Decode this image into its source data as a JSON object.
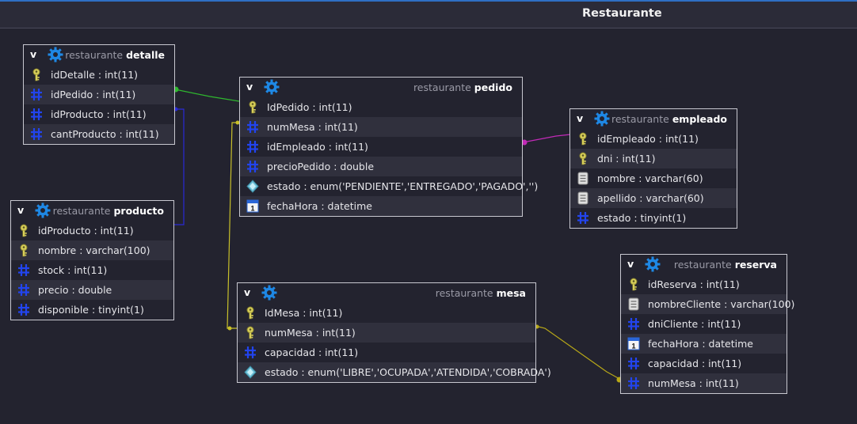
{
  "window": {
    "title": "Restaurante"
  },
  "tables": {
    "detalle": {
      "schema": "restaurante",
      "name": "detalle",
      "toggle": "v",
      "columns": [
        {
          "icon": "key-icon",
          "label": "idDetalle : int(11)"
        },
        {
          "icon": "hash-icon",
          "label": "idPedido : int(11)"
        },
        {
          "icon": "hash-icon",
          "label": "idProducto : int(11)"
        },
        {
          "icon": "hash-icon",
          "label": "cantProducto : int(11)"
        }
      ]
    },
    "producto": {
      "schema": "restaurante",
      "name": "producto",
      "toggle": "v",
      "columns": [
        {
          "icon": "key-icon",
          "label": "idProducto : int(11)"
        },
        {
          "icon": "key-icon",
          "label": "nombre : varchar(100)"
        },
        {
          "icon": "hash-icon",
          "label": "stock : int(11)"
        },
        {
          "icon": "hash-icon",
          "label": "precio : double"
        },
        {
          "icon": "hash-icon",
          "label": "disponible : tinyint(1)"
        }
      ]
    },
    "pedido": {
      "schema": "restaurante",
      "name": "pedido",
      "toggle": "v",
      "columns": [
        {
          "icon": "key-icon",
          "label": "IdPedido : int(11)"
        },
        {
          "icon": "hash-icon",
          "label": "numMesa : int(11)"
        },
        {
          "icon": "hash-icon",
          "label": "idEmpleado : int(11)"
        },
        {
          "icon": "hash-icon",
          "label": "precioPedido : double"
        },
        {
          "icon": "enum-icon",
          "label": "estado : enum('PENDIENTE','ENTREGADO','PAGADO','')"
        },
        {
          "icon": "calendar-icon",
          "label": "fechaHora : datetime"
        }
      ]
    },
    "empleado": {
      "schema": "restaurante",
      "name": "empleado",
      "toggle": "v",
      "columns": [
        {
          "icon": "key-icon",
          "label": "idEmpleado : int(11)"
        },
        {
          "icon": "key-icon",
          "label": "dni : int(11)"
        },
        {
          "icon": "text-icon",
          "label": "nombre : varchar(60)"
        },
        {
          "icon": "text-icon",
          "label": "apellido : varchar(60)"
        },
        {
          "icon": "hash-icon",
          "label": "estado : tinyint(1)"
        }
      ]
    },
    "mesa": {
      "schema": "restaurante",
      "name": "mesa",
      "toggle": "v",
      "columns": [
        {
          "icon": "key-icon",
          "label": "IdMesa : int(11)"
        },
        {
          "icon": "key-icon",
          "label": "numMesa : int(11)"
        },
        {
          "icon": "hash-icon",
          "label": "capacidad : int(11)"
        },
        {
          "icon": "enum-icon",
          "label": "estado : enum('LIBRE','OCUPADA','ATENDIDA','COBRADA')"
        }
      ]
    },
    "reserva": {
      "schema": "restaurante",
      "name": "reserva",
      "toggle": "v",
      "columns": [
        {
          "icon": "key-icon",
          "label": "idReserva : int(11)"
        },
        {
          "icon": "text-icon",
          "label": "nombreCliente : varchar(100)"
        },
        {
          "icon": "hash-icon",
          "label": "dniCliente : int(11)"
        },
        {
          "icon": "calendar-icon",
          "label": "fechaHora : datetime"
        },
        {
          "icon": "hash-icon",
          "label": "capacidad : int(11)"
        },
        {
          "icon": "hash-icon",
          "label": "numMesa : int(11)"
        }
      ]
    }
  },
  "relations": [
    {
      "from": "detalle.idPedido",
      "to": "pedido.IdPedido",
      "color": "#2fb82f"
    },
    {
      "from": "detalle.idProducto",
      "to": "producto.idProducto",
      "color": "#2a2ad8"
    },
    {
      "from": "pedido.idEmpleado",
      "to": "empleado.idEmpleado",
      "color": "#c22ab8"
    },
    {
      "from": "pedido.numMesa",
      "to": "mesa.numMesa",
      "color": "#c8c02a"
    },
    {
      "from": "reserva.numMesa",
      "to": "mesa.numMesa",
      "color": "#b8a818"
    }
  ],
  "colors": {
    "background": "#23232f",
    "row_alt": "#30303d",
    "border": "#c8c8d0",
    "gear": "#1e88e5"
  }
}
